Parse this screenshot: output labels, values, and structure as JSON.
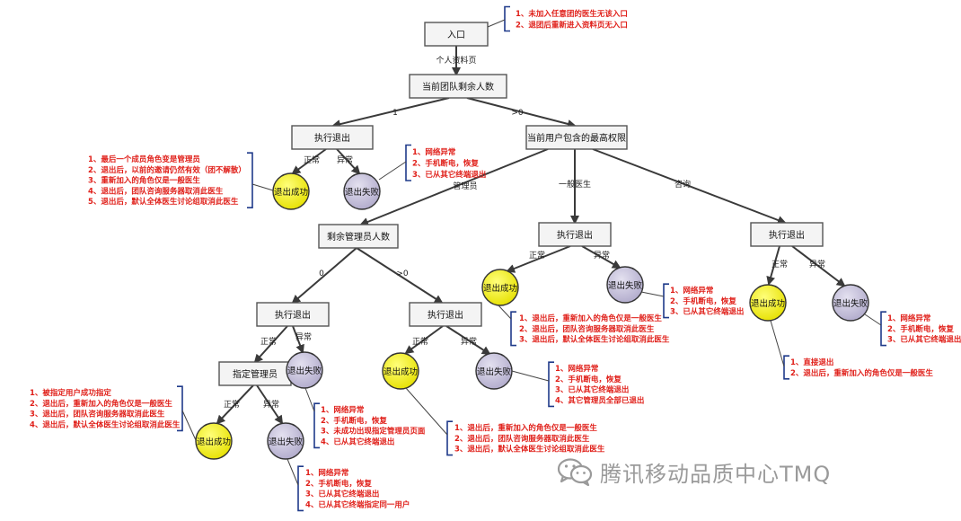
{
  "colors": {
    "note": "#e0201a",
    "bracket": "#1f3a8a",
    "line": "#3a3a3a",
    "box_fill": "#f4f4f4",
    "box_stroke": "#555555",
    "success_fill": "#f3f00f",
    "fail_fill": "#c8c4dc",
    "watermark": "#9a9a9a"
  },
  "nodes": {
    "entry": "入口",
    "remaining": "当前团队剩余人数",
    "exit_left": "执行退出",
    "max_perm": "当前用户包含的最高权限",
    "admin_count": "剩余管理员人数",
    "exit_general": "执行退出",
    "exit_consultant": "执行退出",
    "exit_admin0": "执行退出",
    "exit_admin_gt0": "执行退出",
    "assign_admin": "指定管理员",
    "succ_left": "退出成功",
    "fail_left": "退出失败",
    "succ_general": "退出成功",
    "fail_general": "退出失败",
    "succ_consultant": "退出成功",
    "fail_consultant": "退出失败",
    "fail_admin0": "退出失败",
    "succ_admin_gt0": "退出成功",
    "fail_admin_gt0": "退出失败",
    "succ_assign": "退出成功",
    "fail_assign": "退出失败"
  },
  "edge_labels": {
    "profile_page": "个人资料页",
    "eq1": "1",
    "gt0_top": ">0",
    "admin": "管理员",
    "general": "一般医生",
    "consultant": "咨询",
    "normal_left": "正常",
    "abnormal_left": "异常",
    "normal_general": "正常",
    "abnormal_general": "异常",
    "normal_consultant": "正常",
    "abnormal_consultant": "异常",
    "zero": "0",
    "gt0_admin": ">0",
    "normal_admin0": "正常",
    "abnormal_admin0": "异常",
    "normal_admin_gt0": "正常",
    "abnormal_admin_gt0": "异常",
    "normal_assign": "正常",
    "abnormal_assign": "异常"
  },
  "notes": {
    "entry": [
      "1、未加入任意团的医生无该入口",
      "2、退团后重新进入资料页无入口"
    ],
    "succ_left": [
      "1、最后一个成员角色变是管理员",
      "2、退出后，以前的邀请仍然有效（团不解散）",
      "3、重新加入的角色仅是一般医生",
      "4、退出后，团队咨询服务器取消此医生",
      "5、退出后，默认全体医生讨论组取消此医生"
    ],
    "fail_left": [
      "1、网络异常",
      "2、手机断电，恢复",
      "3、已从其它终端退出"
    ],
    "succ_general": [
      "1、退出后，重新加入的角色仅是一般医生",
      "2、退出后，团队咨询服务器取消此医生",
      "3、退出后，默认全体医生讨论组取消此医生"
    ],
    "fail_general": [
      "1、网络异常",
      "2、手机断电，恢复",
      "3、已从其它终端退出"
    ],
    "succ_consultant": [
      "1、直接退出",
      "2、退出后，重新加入的角色仅是一般医生"
    ],
    "fail_consultant": [
      "1、网络异常",
      "2、手机断电，恢复",
      "3、已从其它终端退出"
    ],
    "fail_admin0": [
      "1、网络异常",
      "2、手机断电，恢复",
      "3、未成功出现指定管理员页面",
      "4、已从其它终端退出"
    ],
    "fail_admin_gt0": [
      "1、网络异常",
      "2、手机断电，恢复",
      "3、已从其它终端退出",
      "4、其它管理员全部已退出"
    ],
    "succ_admin_gt0": [
      "1、退出后，重新加入的角色仅是一般医生",
      "2、退出后，团队咨询服务器取消此医生",
      "3、退出后，默认全体医生讨论组取消此医生"
    ],
    "succ_assign": [
      "1、被指定用户成功指定",
      "2、退出后，重新加入的角色仅是一般医生",
      "3、退出后，团队咨询服务器取消此医生",
      "4、退出后，默认全体医生讨论组取消此医生"
    ],
    "fail_assign": [
      "1、网络异常",
      "2、手机断电，恢复",
      "3、已从其它终端退出",
      "4、已从其它终端指定同一用户"
    ]
  },
  "watermark": {
    "text": "腾讯移动品质中心TMQ",
    "icon": "wechat-logo-icon"
  }
}
